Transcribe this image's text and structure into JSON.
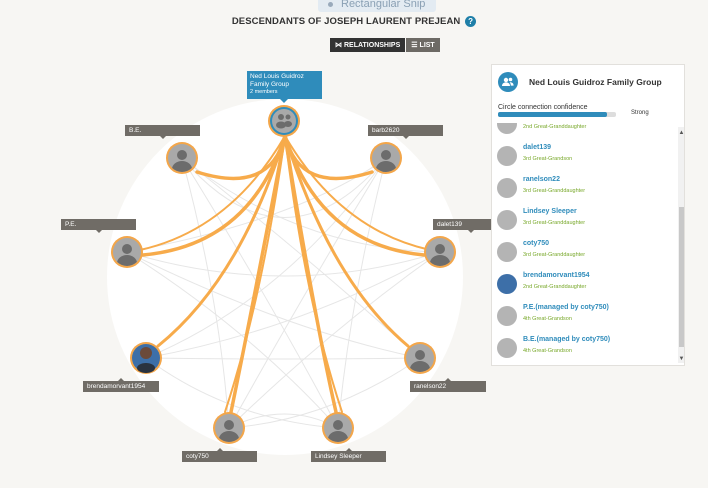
{
  "snip": {
    "label": "Rectangular Snip"
  },
  "header": {
    "title": "DESCENDANTS OF JOSEPH LAURENT PREJEAN",
    "help": "?"
  },
  "view_toggle": {
    "relationships": "RELATIONSHIPS",
    "list": "LIST"
  },
  "group": {
    "name": "Ned Louis Guidroz Family Group",
    "members": "2 members"
  },
  "nodes": [
    {
      "id": "be",
      "name": "B.E."
    },
    {
      "id": "barb",
      "name": "barb2620"
    },
    {
      "id": "pe",
      "name": "P.E."
    },
    {
      "id": "dalet",
      "name": "dalet139"
    },
    {
      "id": "brenda",
      "name": "brendamorvant1954"
    },
    {
      "id": "ranel",
      "name": "ranelson22"
    },
    {
      "id": "coty",
      "name": "coty750"
    },
    {
      "id": "lindsey",
      "name": "Lindsey Sleeper"
    }
  ],
  "panel": {
    "title": "Ned Louis Guidroz Family Group",
    "confidence_label": "Circle connection confidence",
    "confidence_value": 0.92,
    "confidence_text": "Strong",
    "items": [
      {
        "name": "",
        "relation": "2nd Great-Granddaughter"
      },
      {
        "name": "dalet139",
        "relation": "3rd Great-Grandson"
      },
      {
        "name": "ranelson22",
        "relation": "3rd Great-Granddaughter"
      },
      {
        "name": "Lindsey Sleeper",
        "relation": "3rd Great-Granddaughter"
      },
      {
        "name": "coty750",
        "relation": "3rd Great-Granddaughter"
      },
      {
        "name": "brendamorvant1954",
        "relation": "2nd Great-Granddaughter"
      },
      {
        "name": "P.E.(managed by coty750)",
        "relation": "4th Great-Grandson"
      },
      {
        "name": "B.E.(managed by coty750)",
        "relation": "4th Great-Grandson"
      }
    ]
  },
  "colors": {
    "accent": "#2f8cbb",
    "link": "#f7ab4b",
    "ring": "#f3a64a",
    "relation": "#78a82a"
  }
}
